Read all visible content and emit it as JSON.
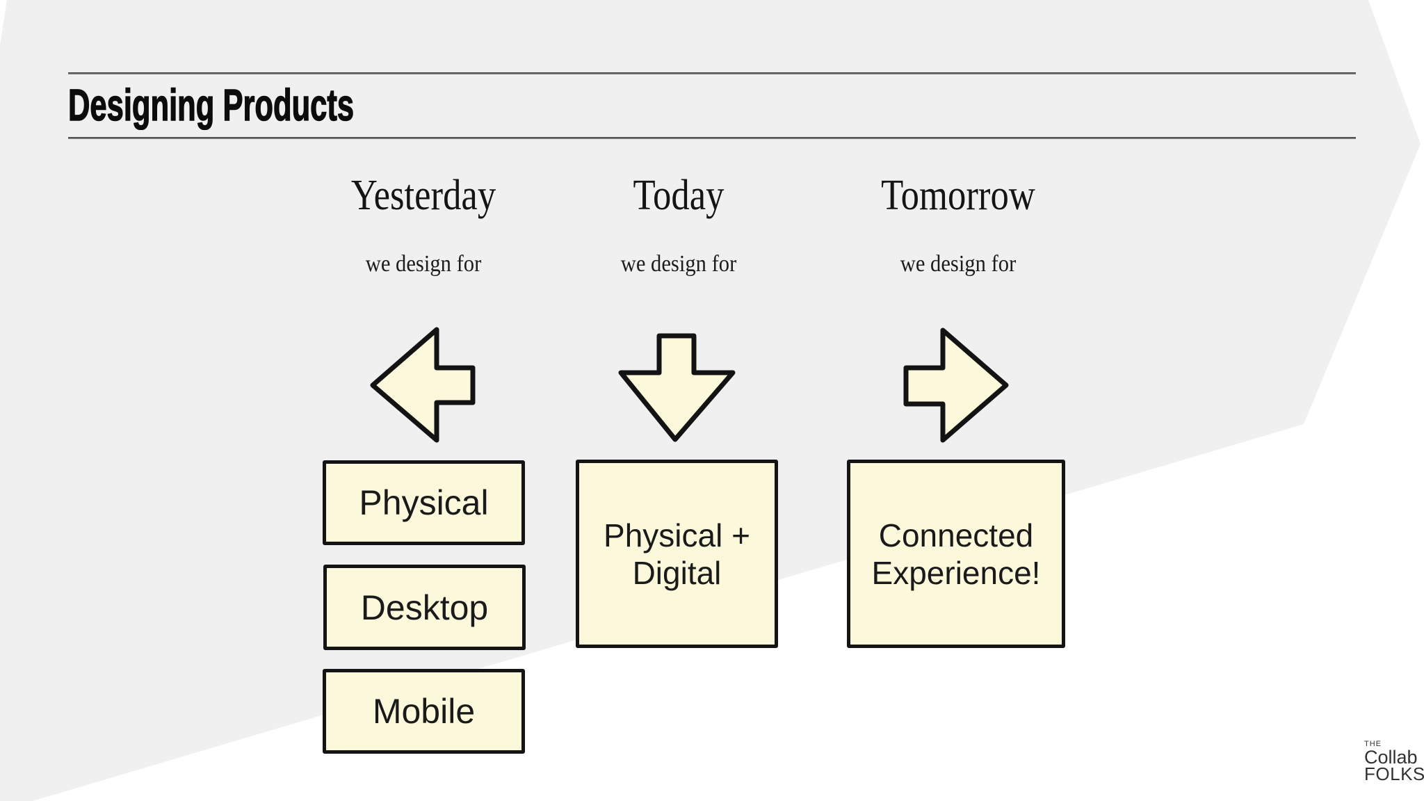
{
  "slide": {
    "title": "Designing Products",
    "columns": [
      {
        "label": "Yesterday",
        "sub": "we design for",
        "arrow": "left-arrow",
        "boxes": [
          "Physical",
          "Desktop",
          "Mobile"
        ]
      },
      {
        "label": "Today",
        "sub": "we design for",
        "arrow": "down-arrow",
        "boxes": [
          "Physical +\nDigital"
        ]
      },
      {
        "label": "Tomorrow",
        "sub": "we design for",
        "arrow": "right-arrow",
        "boxes": [
          "Connected\nExperience!"
        ]
      }
    ],
    "logo": {
      "line1": "THE",
      "line2": "Collab",
      "line3": "FOLKS"
    },
    "colors": {
      "background_wedge": "#f0f0f1",
      "page_white": "#ffffff",
      "box_fill": "#fbf8db",
      "box_border": "#141414",
      "text": "#1a1a1a",
      "rule": "#3d3d3d"
    }
  }
}
